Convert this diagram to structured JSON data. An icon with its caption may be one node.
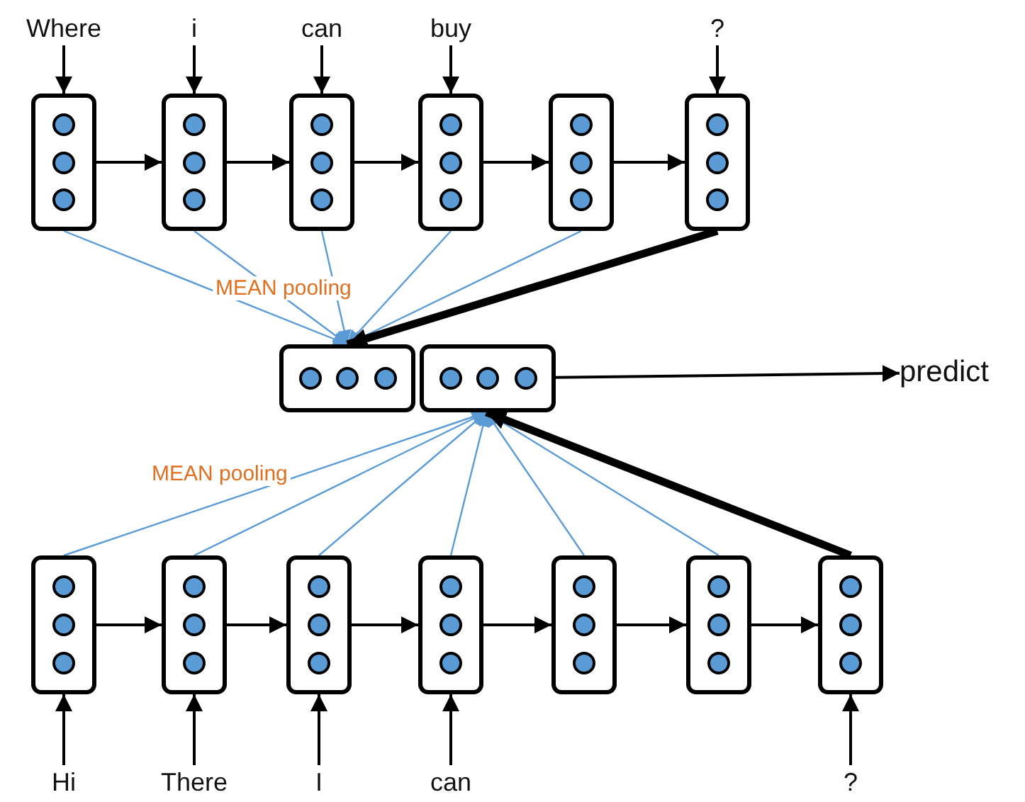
{
  "diagram": {
    "nodes": [
      {
        "text": [
          "Where"
        ]
      },
      {
        "text": [
          "i"
        ]
      },
      {
        "text": [
          "can"
        ]
      },
      {
        "text": [
          "buy"
        ]
      },
      {
        "text": [
          "?"
        ]
      },
      {
        "text": [],
        "shape": "box"
      },
      {
        "text": [],
        "shape": "box"
      },
      {
        "text": [],
        "shape": "box"
      },
      {
        "text": [],
        "shape": "box"
      },
      {
        "text": [],
        "shape": "box"
      },
      {
        "text": [],
        "shape": "box"
      },
      {
        "text": [],
        "shape": "box"
      },
      {
        "text": [],
        "shape": "box"
      },
      {
        "text": [
          "predict"
        ]
      },
      {
        "text": [],
        "shape": "box"
      },
      {
        "text": [],
        "shape": "box"
      },
      {
        "text": [],
        "shape": "box"
      },
      {
        "text": [],
        "shape": "box"
      },
      {
        "text": [],
        "shape": "box"
      },
      {
        "text": [],
        "shape": "box"
      },
      {
        "text": [],
        "shape": "box"
      },
      {
        "text": [
          "Hi"
        ]
      },
      {
        "text": [
          "There"
        ]
      },
      {
        "text": [
          "I"
        ]
      },
      {
        "text": [
          "can"
        ]
      },
      {
        "text": [
          "?"
        ]
      }
    ],
    "edges": [
      {
        "from": 0,
        "to": 5,
        "arrow": "to"
      },
      {
        "from": 1,
        "to": 6,
        "arrow": "to"
      },
      {
        "from": 2,
        "to": 7,
        "arrow": "to"
      },
      {
        "from": 3,
        "to": 8,
        "arrow": "to"
      },
      {
        "from": 4,
        "to": 10,
        "arrow": "to"
      },
      {
        "from": 5,
        "to": 6,
        "arrow": "to"
      },
      {
        "from": 6,
        "to": 7,
        "arrow": "to"
      },
      {
        "from": 7,
        "to": 8,
        "arrow": "to"
      },
      {
        "from": 8,
        "to": 9,
        "arrow": "to"
      },
      {
        "from": 9,
        "to": 10,
        "arrow": "to"
      },
      {
        "from": 5,
        "to": 11,
        "arrow": "to",
        "color": "#5b9bd5"
      },
      {
        "from": 6,
        "to": 11,
        "arrow": "to",
        "color": "#5b9bd5"
      },
      {
        "from": 7,
        "to": 11,
        "arrow": "to",
        "color": "#5b9bd5"
      },
      {
        "from": 8,
        "to": 11,
        "arrow": "to",
        "color": "#5b9bd5"
      },
      {
        "from": 9,
        "to": 11,
        "arrow": "to",
        "color": "#5b9bd5"
      },
      {
        "from": 10,
        "to": 11,
        "arrow": "to",
        "style": "thick"
      },
      {
        "from": 12,
        "to": 13,
        "arrow": "to"
      },
      {
        "from": 14,
        "to": 12,
        "arrow": "to",
        "color": "#5b9bd5"
      },
      {
        "from": 15,
        "to": 12,
        "arrow": "to",
        "color": "#5b9bd5"
      },
      {
        "from": 16,
        "to": 12,
        "arrow": "to",
        "color": "#5b9bd5"
      },
      {
        "from": 17,
        "to": 12,
        "arrow": "to",
        "color": "#5b9bd5"
      },
      {
        "from": 18,
        "to": 12,
        "arrow": "to",
        "color": "#5b9bd5"
      },
      {
        "from": 19,
        "to": 12,
        "arrow": "to",
        "color": "#5b9bd5"
      },
      {
        "from": 20,
        "to": 12,
        "arrow": "to",
        "style": "thick"
      },
      {
        "from": 14,
        "to": 15,
        "arrow": "to"
      },
      {
        "from": 15,
        "to": 16,
        "arrow": "to"
      },
      {
        "from": 16,
        "to": 17,
        "arrow": "to"
      },
      {
        "from": 17,
        "to": 18,
        "arrow": "to"
      },
      {
        "from": 18,
        "to": 19,
        "arrow": "to"
      },
      {
        "from": 19,
        "to": 20,
        "arrow": "to"
      },
      {
        "from": 21,
        "to": 14,
        "arrow": "to"
      },
      {
        "from": 22,
        "to": 15,
        "arrow": "to"
      },
      {
        "from": 23,
        "to": 16,
        "arrow": "to"
      },
      {
        "from": 24,
        "to": 17,
        "arrow": "to"
      },
      {
        "from": 25,
        "to": 20,
        "arrow": "to"
      }
    ],
    "labels": [
      "MEAN pooling",
      "MEAN pooling"
    ]
  }
}
